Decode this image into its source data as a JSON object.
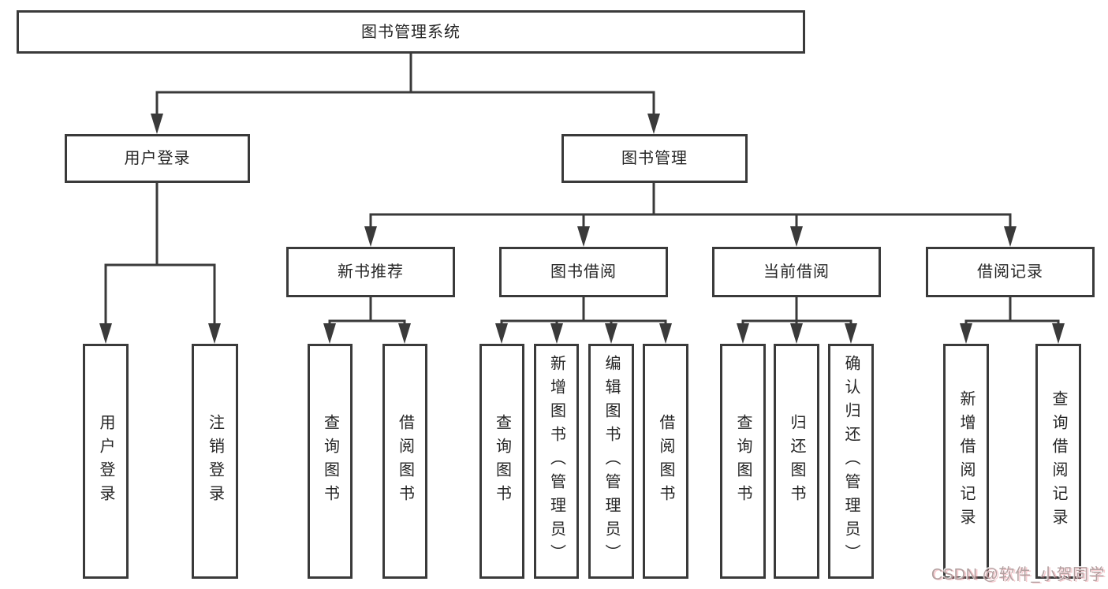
{
  "tree": {
    "root": {
      "label": "图书管理系统",
      "children": [
        {
          "label": "用户登录",
          "children": [
            {
              "label": "用户登录"
            },
            {
              "label": "注销登录"
            }
          ]
        },
        {
          "label": "图书管理",
          "children": [
            {
              "label": "新书推荐",
              "children": [
                {
                  "label": "查询图书"
                },
                {
                  "label": "借阅图书"
                }
              ]
            },
            {
              "label": "图书借阅",
              "children": [
                {
                  "label": "查询图书"
                },
                {
                  "label": "新增图书（管理员）"
                },
                {
                  "label": "编辑图书（管理员）"
                },
                {
                  "label": "借阅图书"
                }
              ]
            },
            {
              "label": "当前借阅",
              "children": [
                {
                  "label": "查询图书"
                },
                {
                  "label": "归还图书"
                },
                {
                  "label": "确认归还（管理员）"
                }
              ]
            },
            {
              "label": "借阅记录",
              "children": [
                {
                  "label": "新增借阅记录"
                },
                {
                  "label": "查询借阅记录"
                }
              ]
            }
          ]
        }
      ]
    }
  },
  "watermark": "CSDN @软件_小贺同学",
  "colors": {
    "line": "#3a3a3a",
    "text": "#262626",
    "background": "#ffffff",
    "watermark": "#b2a0a0"
  }
}
